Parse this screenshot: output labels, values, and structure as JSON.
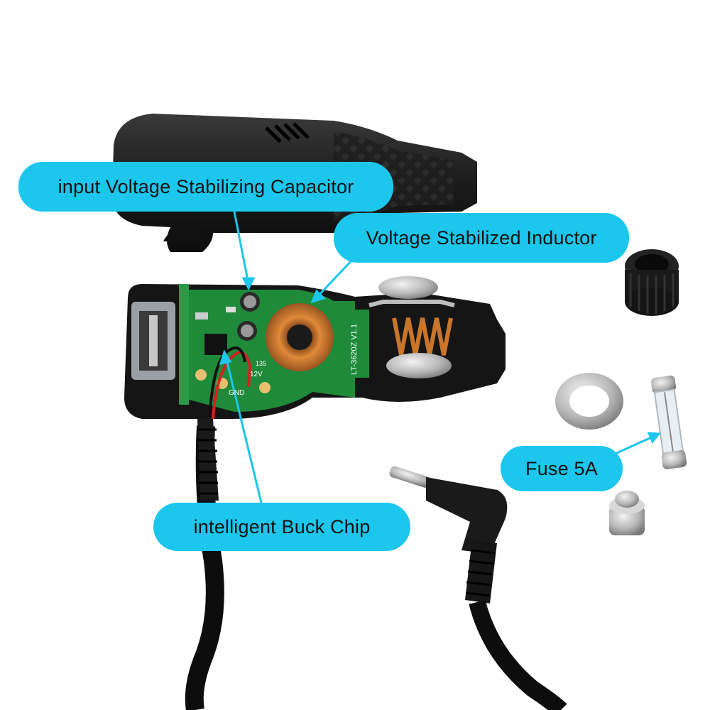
{
  "callouts": {
    "capacitor": "input Voltage Stabilizing Capacitor",
    "inductor": "Voltage Stabilized Inductor",
    "chip": "intelligent Buck Chip",
    "fuse": "Fuse 5A"
  },
  "pcb_markings": {
    "board_code": "LT-3620Z V1.1",
    "gnd": "GND",
    "voltage": "12V",
    "ref": "135"
  },
  "colors": {
    "callout_fill": "#1cc6ec",
    "callout_text": "#111111",
    "pcb_green": "#1f8a3a",
    "copper": "#c9752a",
    "plastic": "#1a1a1a"
  }
}
